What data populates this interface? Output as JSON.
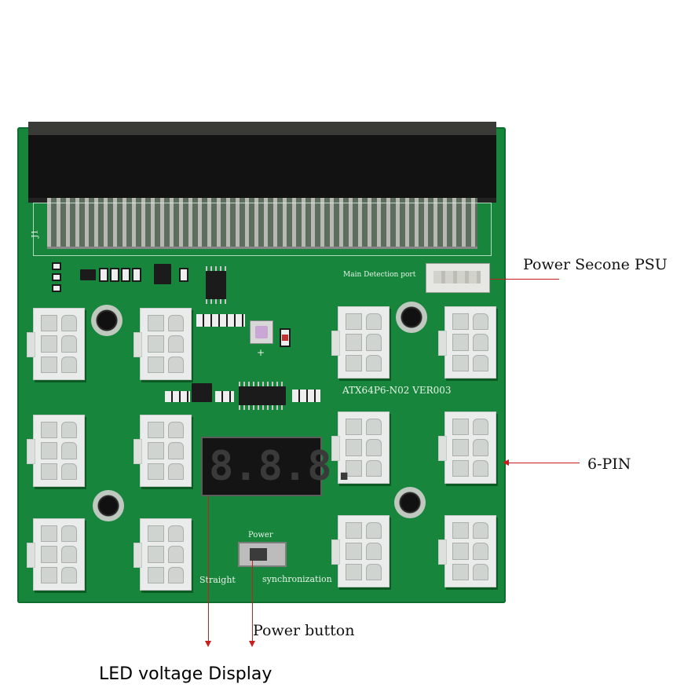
{
  "board": {
    "slot_ref": "J1",
    "detection_label": "Main Detection port",
    "model_label": "ATX64P6-N02  VER003",
    "switch_label_top": "Power",
    "switch_label_left": "Straight",
    "switch_label_right": "synchronization",
    "plus_sign": "+",
    "led_digits": [
      "8.",
      "8.",
      "8."
    ]
  },
  "annotations": {
    "psu": "Power Secone PSU",
    "six_pin": "6-PIN",
    "power_button": "Power button",
    "led_display": "LED voltage Display"
  },
  "colors": {
    "pcb": "#17853b",
    "leader_lines": "#c81e1e"
  }
}
